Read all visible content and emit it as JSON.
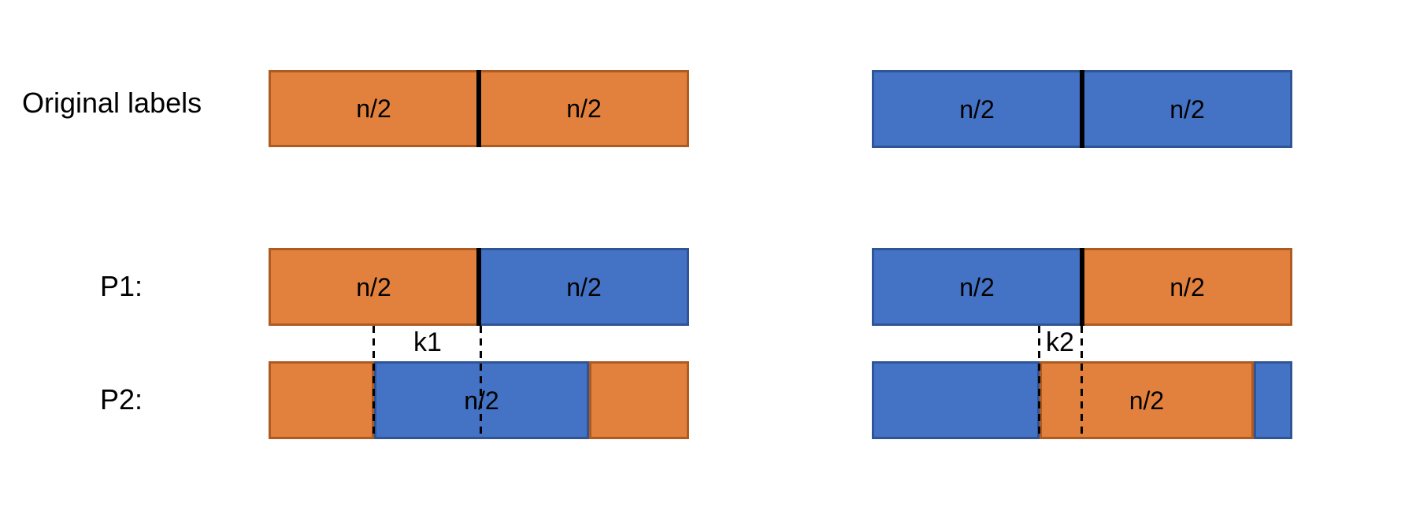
{
  "labels": {
    "original": "Original labels",
    "p1": "P1:",
    "p2": "P2:"
  },
  "colors": {
    "orange_fill": "#E2813D",
    "orange_border": "#AE5A21",
    "blue_fill": "#4472C4",
    "blue_border": "#2F5597",
    "divider": "#000000"
  },
  "left_group": {
    "original": {
      "segments": [
        {
          "color": "orange",
          "label": "n/2"
        },
        {
          "color": "orange",
          "label": "n/2"
        }
      ]
    },
    "p1": {
      "segments": [
        {
          "color": "orange",
          "label": "n/2"
        },
        {
          "color": "blue",
          "label": "n/2"
        }
      ]
    },
    "p2": {
      "segments": [
        {
          "color": "orange",
          "label": ""
        },
        {
          "color": "blue",
          "label": "n/2"
        },
        {
          "color": "orange",
          "label": ""
        }
      ]
    },
    "offset_label": "k1"
  },
  "right_group": {
    "original": {
      "segments": [
        {
          "color": "blue",
          "label": "n/2"
        },
        {
          "color": "blue",
          "label": "n/2"
        }
      ]
    },
    "p1": {
      "segments": [
        {
          "color": "blue",
          "label": "n/2"
        },
        {
          "color": "orange",
          "label": "n/2"
        }
      ]
    },
    "p2": {
      "segments": [
        {
          "color": "blue",
          "label": ""
        },
        {
          "color": "orange",
          "label": "n/2"
        },
        {
          "color": "blue",
          "label": ""
        }
      ]
    },
    "offset_label": "k2"
  }
}
